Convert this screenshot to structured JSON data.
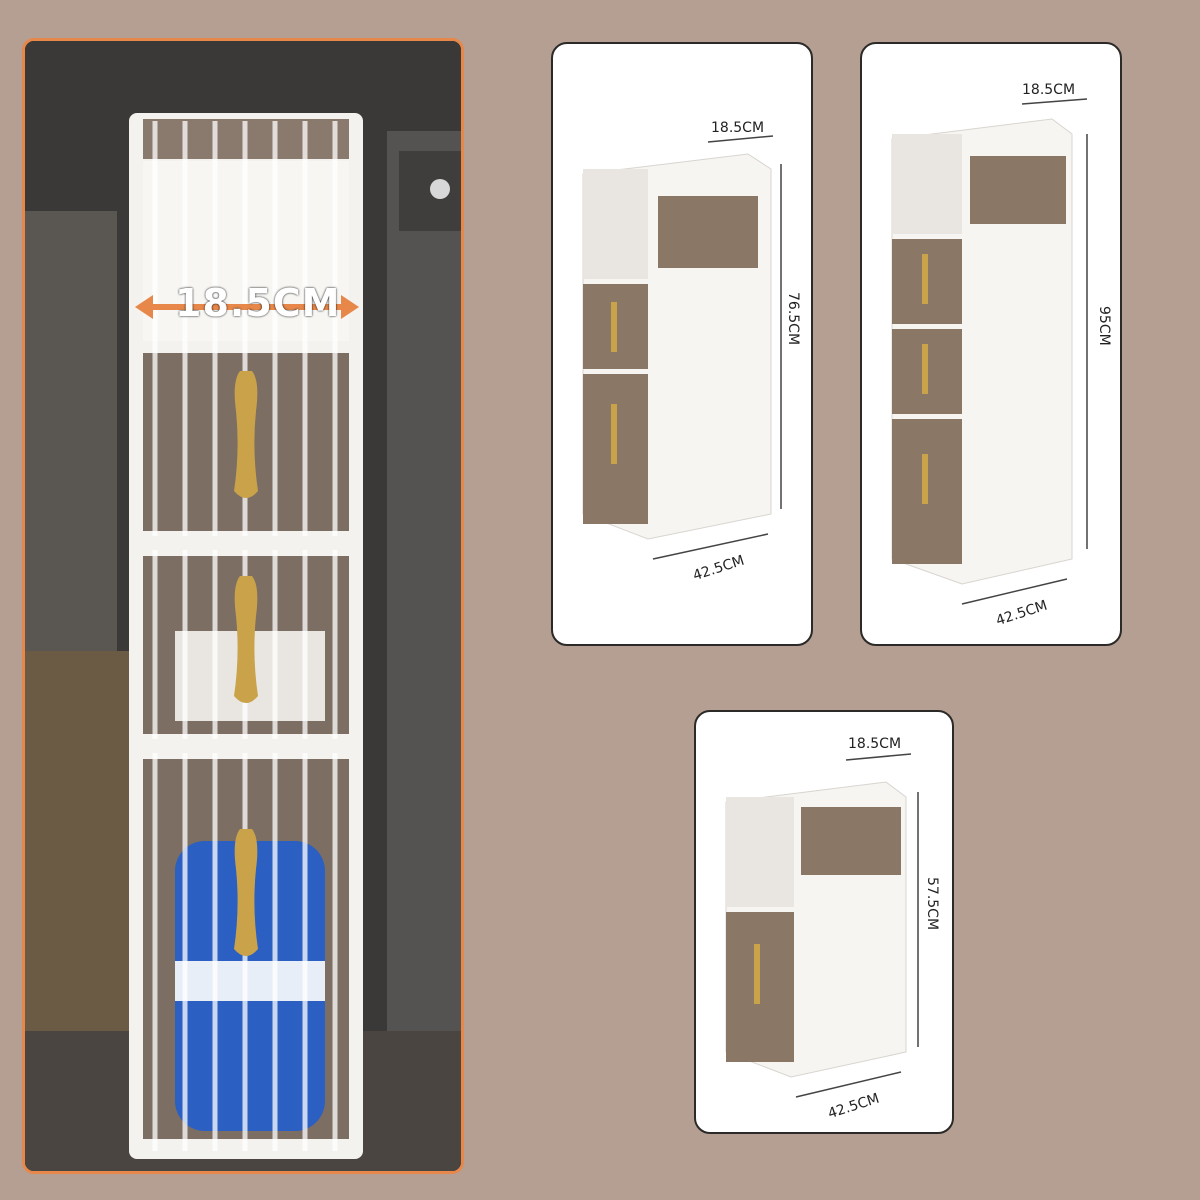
{
  "hero": {
    "width_label": "18.5CM",
    "accent_color": "#e7884a"
  },
  "variants": [
    {
      "name": "card-3-tier",
      "depth": "18.5CM",
      "height": "76.5CM",
      "width": "42.5CM"
    },
    {
      "name": "card-4-tier",
      "depth": "18.5CM",
      "height": "95CM",
      "width": "42.5CM"
    },
    {
      "name": "card-2-tier",
      "depth": "18.5CM",
      "height": "57.5CM",
      "width": "42.5CM"
    }
  ],
  "colors": {
    "background": "#b49f92",
    "cabinet_white": "#f7f5f2",
    "drawer_tint": "#8b7766",
    "handle_gold": "#c9a24a"
  }
}
